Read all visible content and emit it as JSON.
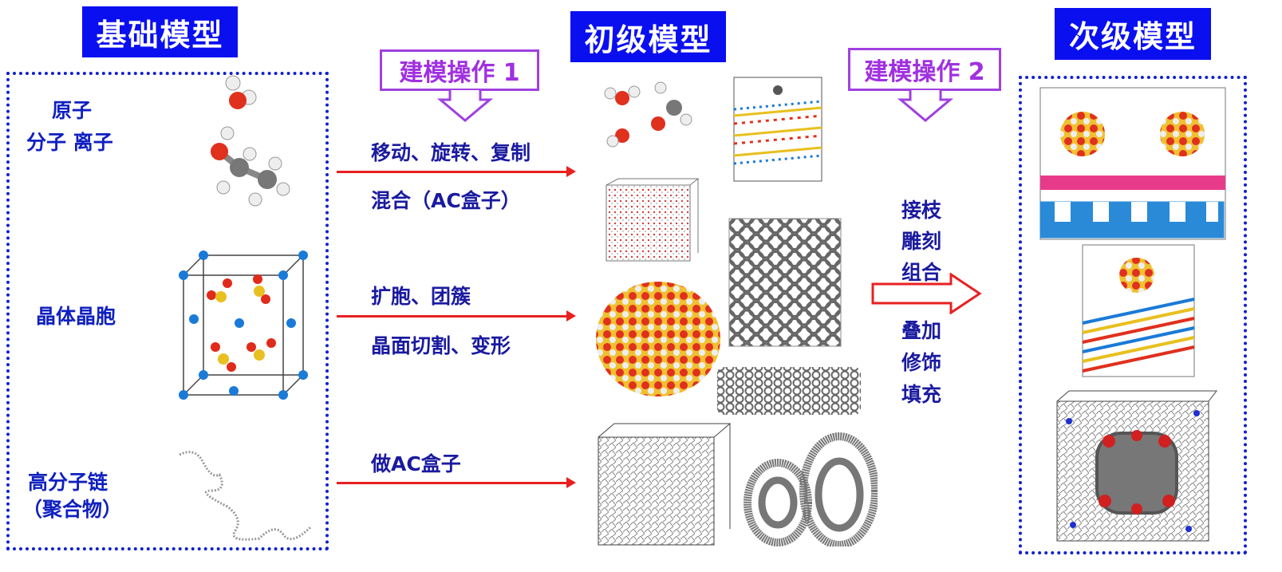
{
  "titles": {
    "basic": "基础模型",
    "primary": "初级模型",
    "secondary": "次级模型"
  },
  "callouts": {
    "op1": "建模操作 1",
    "op2": "建模操作 2"
  },
  "basic": {
    "atom": "原子",
    "molecule_ion": "分子  离子",
    "crystal": "晶体晶胞",
    "polymer": "高分子链",
    "polymer_sub": "（聚合物）"
  },
  "ops1": {
    "move": "移动、旋转、复制",
    "mix": "混合（AC盒子）",
    "expand": "扩胞、团簇",
    "cut": "晶面切割、变形",
    "ac": "做AC盒子"
  },
  "ops2": {
    "top": [
      "接枝",
      "雕刻",
      "组合"
    ],
    "bottom": [
      "叠加",
      "修饰",
      "填充"
    ]
  },
  "colors": {
    "title_bg": "#0a0ff0",
    "callout": "#a030e0",
    "arrow": "#e82020",
    "text": "#1020c0"
  }
}
